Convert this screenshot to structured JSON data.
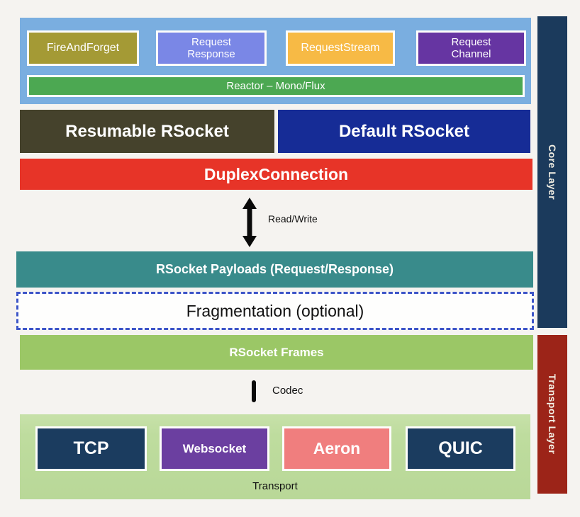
{
  "diagram": {
    "interaction_panel": {
      "color": "#7aaee0",
      "boxes": [
        {
          "label": "FireAndForget",
          "color": "#a49a35"
        },
        {
          "label": "Request\nResponse",
          "color": "#7a87e6"
        },
        {
          "label": "RequestStream",
          "color": "#f7ba45"
        },
        {
          "label": "Request\nChannel",
          "color": "#6635a2"
        }
      ],
      "reactor_bar": {
        "label": "Reactor – Mono/Flux",
        "color": "#4ca852"
      }
    },
    "rsocket_row": {
      "resumable": {
        "label": "Resumable RSocket",
        "color": "#45422c"
      },
      "default": {
        "label": "Default RSocket",
        "color": "#162c96"
      }
    },
    "duplex_connection": {
      "label": "DuplexConnection",
      "color": "#e73428"
    },
    "read_write_label": "Read/Write",
    "payloads_bar": {
      "label": "RSocket Payloads (Request/Response)",
      "color": "#398b8b"
    },
    "fragmentation": {
      "label": "Fragmentation (optional)",
      "border_color": "#3d55c8"
    },
    "frames_bar": {
      "label": "RSocket Frames",
      "color": "#9bc766"
    },
    "codec_label": "Codec",
    "transport_panel": {
      "color": "#bedc9e",
      "boxes": [
        {
          "label": "TCP",
          "color": "#1b3c5f"
        },
        {
          "label": "Websocket",
          "color": "#6b3fa0"
        },
        {
          "label": "Aeron",
          "color": "#f07e7e"
        },
        {
          "label": "QUIC",
          "color": "#1b3c5f"
        }
      ],
      "caption": "Transport"
    },
    "layer_bars": {
      "core": {
        "label": "Core Layer",
        "color": "#1b3a5c"
      },
      "transport": {
        "label": "Transport Layer",
        "color": "#9c2418"
      }
    }
  }
}
